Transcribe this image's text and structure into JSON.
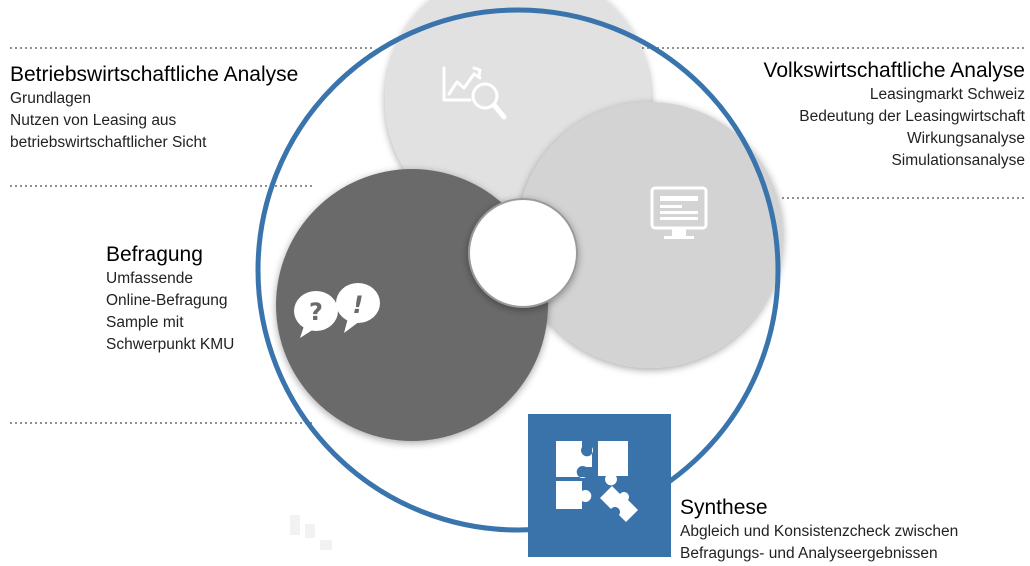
{
  "colors": {
    "ring": "#3a74ad",
    "synthesis_box": "#3a73aa",
    "circle_dark": "#6a6a6a",
    "circle_mid": "#d3d3d3",
    "circle_light": "#e1e1e1",
    "dotted_line": "#8f8f8f"
  },
  "icons": {
    "analysis": "chart-magnifier-icon",
    "economics": "monitor-icon",
    "survey": "speech-bubbles-question-exclamation-icon",
    "synthesis": "puzzle-icon"
  },
  "sections": {
    "business": {
      "title": "Betriebswirtschaftliche Analyse",
      "lines": [
        "Grundlagen",
        "Nutzen von Leasing aus",
        "betriebswirtschaftlicher Sicht"
      ]
    },
    "economics": {
      "title": "Volkswirtschaftliche Analyse",
      "lines": [
        "Leasingmarkt Schweiz",
        "Bedeutung der Leasingwirtschaft",
        "Wirkungsanalyse",
        "Simulationsanalyse"
      ]
    },
    "survey": {
      "title": "Befragung",
      "lines": [
        "Umfassende",
        "Online-Befragung",
        "Sample mit",
        "Schwerpunkt KMU"
      ]
    },
    "synthesis": {
      "title": "Synthese",
      "lines": [
        "Abgleich und Konsistenzcheck zwischen",
        "Befragungs- und Analyseergebnissen"
      ]
    }
  }
}
